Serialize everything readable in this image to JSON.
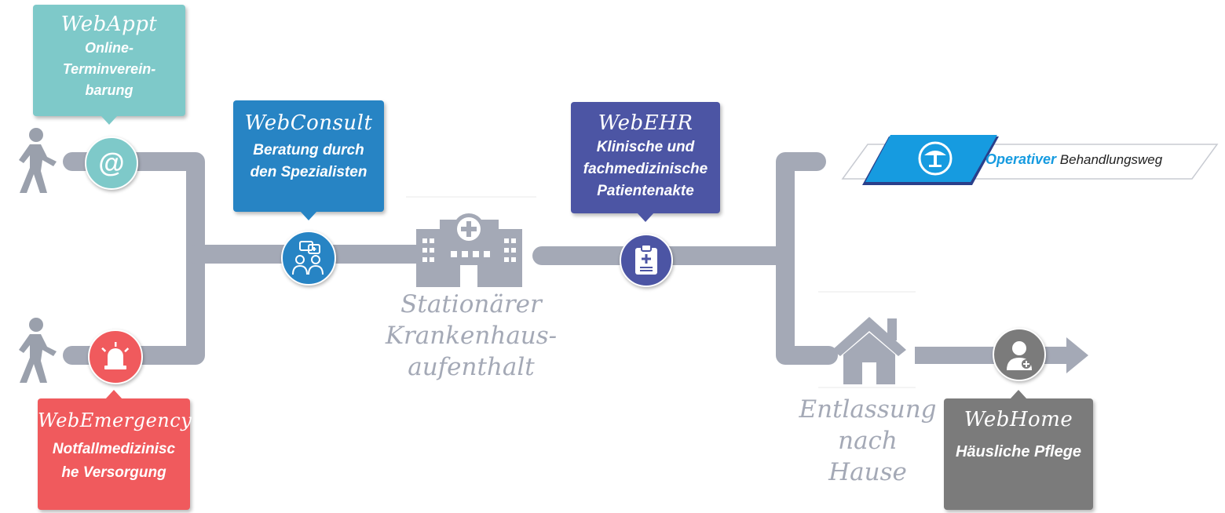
{
  "services": {
    "webappt": {
      "brand": "WebAppt",
      "desc": "Online-\nTerminverein-\nbarung",
      "color": "#7ec9c9",
      "icon": "at-sign-icon"
    },
    "webconsult": {
      "brand": "WebConsult",
      "desc": "Beratung durch\nden Spezialisten",
      "color": "#2784c4",
      "icon": "doctors-consultation-icon"
    },
    "webehr": {
      "brand": "WebEHR",
      "desc": "Klinische und\nfachmedizinische\nPatientenakte",
      "color": "#4c55a4",
      "icon": "clipboard-medical-icon"
    },
    "webemergency": {
      "brand": "WebEmergency",
      "desc": "Notfallmedizinisc\nhe Versorgung",
      "color": "#f05a5d",
      "icon": "siren-icon"
    },
    "webhome": {
      "brand": "WebHome",
      "desc": "Häusliche Pflege",
      "color": "#7b7b7b",
      "icon": "home-nurse-icon"
    }
  },
  "stages": {
    "hospital": "Stationärer\nKrankenhaus-\naufenthalt",
    "discharge": "Entlassung\nnach\nHause"
  },
  "banner": {
    "bold": "Operativer",
    "rest": " Behandlungsweg",
    "accent": "#169be0",
    "icon": "surgical-lamp-icon"
  },
  "colors": {
    "path": "#a4a9b6"
  }
}
